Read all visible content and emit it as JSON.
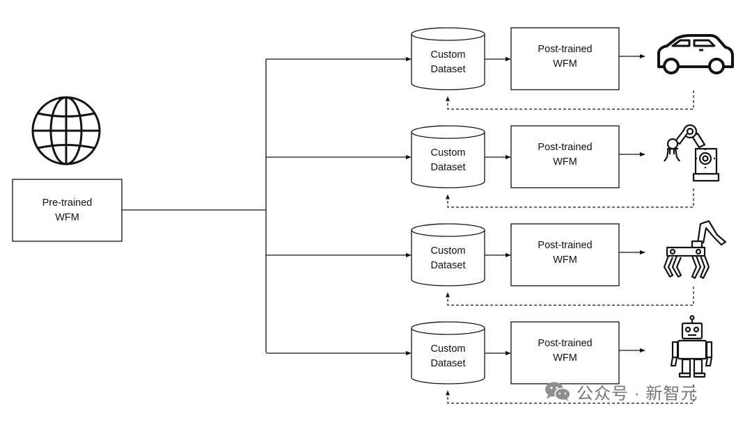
{
  "pretrained": {
    "line1": "Pre-trained",
    "line2": "WFM"
  },
  "branches": [
    {
      "dataset": [
        "Custom",
        "Dataset"
      ],
      "model": [
        "Post-trained",
        "WFM"
      ],
      "icon": "car-icon"
    },
    {
      "dataset": [
        "Custom",
        "Dataset"
      ],
      "model": [
        "Post-trained",
        "WFM"
      ],
      "icon": "robot-arm-icon"
    },
    {
      "dataset": [
        "Custom",
        "Dataset"
      ],
      "model": [
        "Post-trained",
        "WFM"
      ],
      "icon": "robot-dog-icon"
    },
    {
      "dataset": [
        "Custom",
        "Dataset"
      ],
      "model": [
        "Post-trained",
        "WFM"
      ],
      "icon": "humanoid-robot-icon"
    }
  ],
  "globe_icon": "globe-icon",
  "watermark": {
    "icon": "wechat-icon",
    "text": "公众号 · 新智元"
  }
}
